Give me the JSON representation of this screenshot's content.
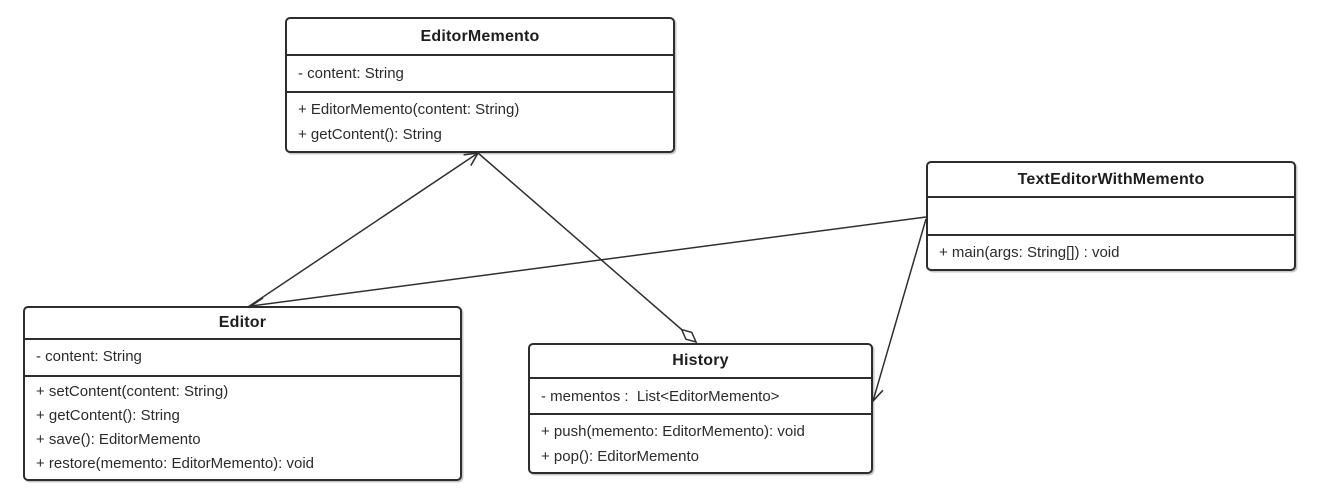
{
  "diagram": {
    "type": "uml-class-diagram",
    "background": "#ffffff",
    "line_color": "#2f2f2f",
    "border_color": "#2d2d2d",
    "text_color": "#2b2b2b"
  },
  "classes": [
    {
      "name": "EditorMemento",
      "attributes": [
        "- content: String"
      ],
      "methods": [
        "+ EditorMemento(content: String)",
        "+ getContent(): String"
      ]
    },
    {
      "name": "TextEditorWithMemento",
      "attributes": [],
      "methods": [
        "+ main(args: String[]) : void"
      ]
    },
    {
      "name": "Editor",
      "attributes": [
        "- content: String"
      ],
      "methods": [
        "+ setContent(content: String)",
        "+ getContent(): String",
        "+ save(): EditorMemento",
        "+ restore(memento: EditorMemento): void"
      ]
    },
    {
      "name": "History",
      "attributes": [
        "- mementos :  List<EditorMemento>"
      ],
      "methods": [
        "+ push(memento: EditorMemento): void",
        "+ pop(): EditorMemento"
      ]
    }
  ],
  "relationships": [
    {
      "from": "Editor",
      "to": "EditorMemento",
      "type": "association",
      "marker": "open-arrow",
      "points": [
        [
          248,
          307
        ],
        [
          478,
          153
        ]
      ]
    },
    {
      "from": "EditorMemento",
      "to": "History",
      "type": "aggregation",
      "marker": "hollow-diamond",
      "points": [
        [
          478,
          153
        ],
        [
          696,
          342
        ]
      ]
    },
    {
      "from": "TextEditorWithMemento",
      "to": "Editor",
      "type": "association",
      "marker": "open-arrow",
      "points": [
        [
          926,
          217
        ],
        [
          251,
          306
        ]
      ]
    },
    {
      "from": "TextEditorWithMemento",
      "to": "History",
      "type": "association",
      "marker": "open-arrow",
      "points": [
        [
          926,
          219
        ],
        [
          873,
          401
        ]
      ]
    }
  ]
}
